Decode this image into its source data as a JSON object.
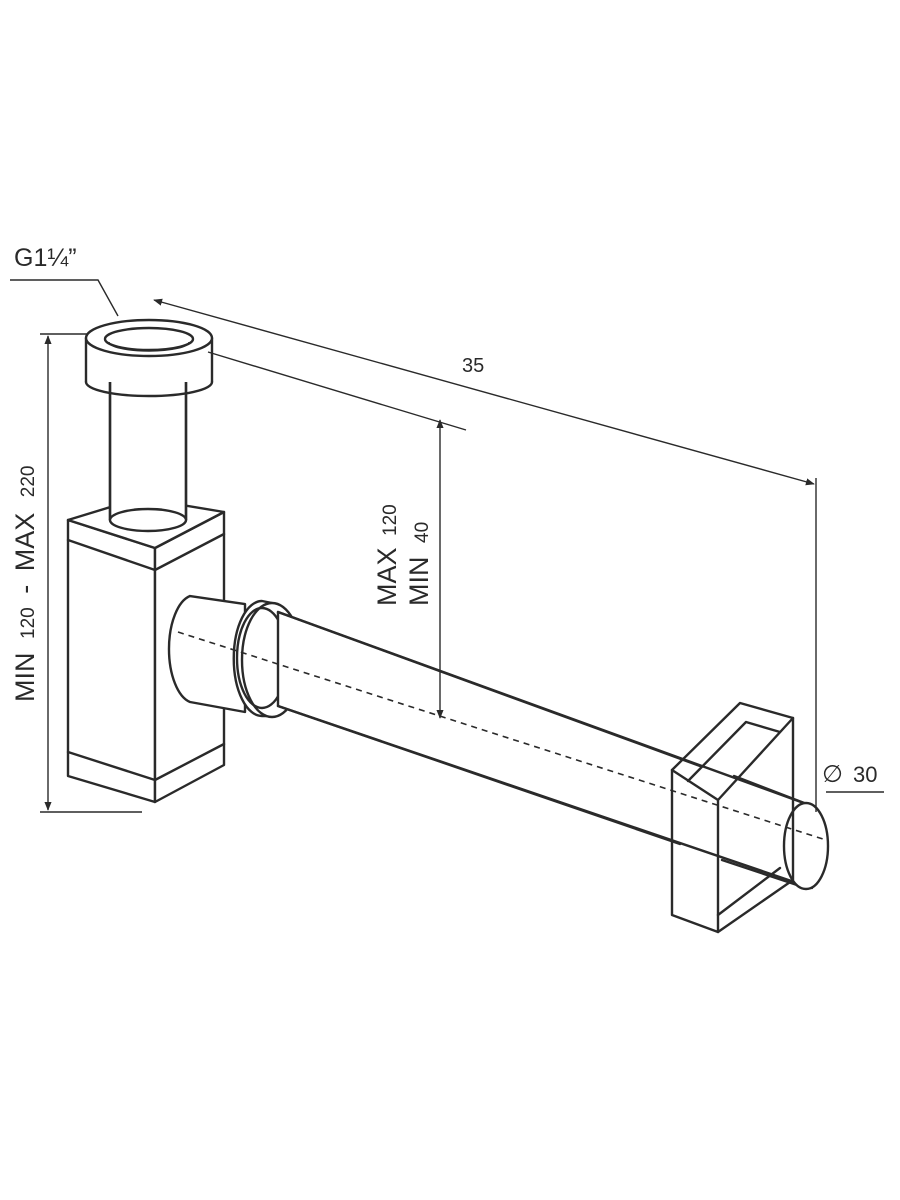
{
  "labels": {
    "thread": "G1¼”",
    "length": "35",
    "diameter_symbol": "∅",
    "diameter_value": "30",
    "outlet_max_word": "MAX",
    "outlet_max_value": "120",
    "outlet_min_word": "MIN",
    "outlet_min_value": "40",
    "height_min_word": "MIN",
    "height_min_value": "120",
    "height_separator": "-",
    "height_max_word": "MAX",
    "height_max_value": "220"
  },
  "colors": {
    "line": "#2a2a2a",
    "background": "#ffffff"
  }
}
